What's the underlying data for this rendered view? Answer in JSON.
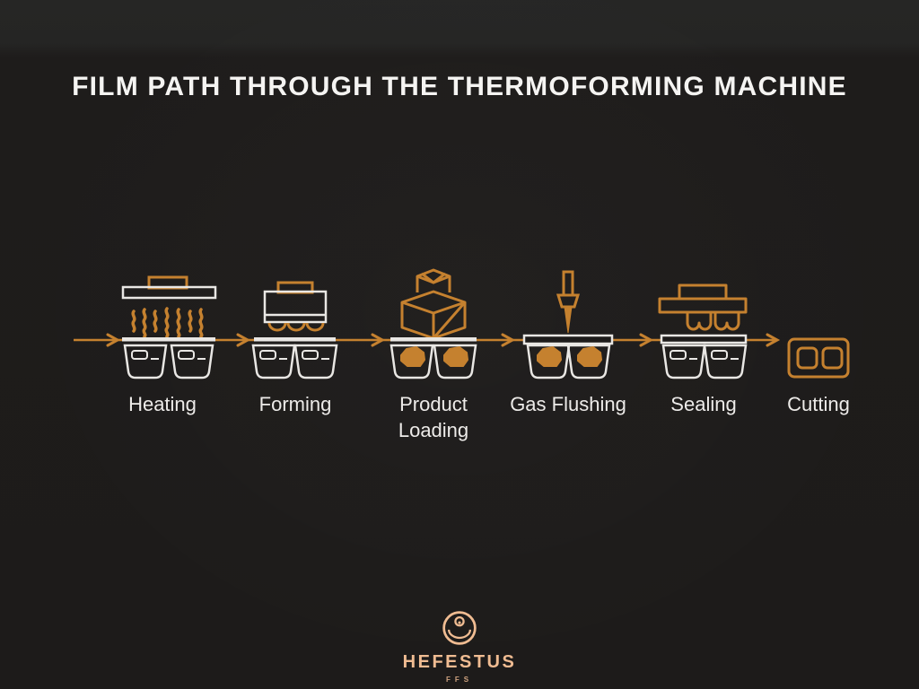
{
  "title": "FILM PATH THROUGH THE THERMOFORMING MACHINE",
  "flow": {
    "direction": "left-to-right",
    "stations": [
      {
        "label": "Heating",
        "icon": "heater-icon"
      },
      {
        "label": "Forming",
        "icon": "forming-tool-icon"
      },
      {
        "label": "Product Loading",
        "icon": "product-box-icon"
      },
      {
        "label": "Gas Flushing",
        "icon": "gas-nozzle-icon"
      },
      {
        "label": "Sealing",
        "icon": "sealing-tool-icon"
      },
      {
        "label": "Cutting",
        "icon": "cut-package-icon"
      }
    ]
  },
  "footer": {
    "brand": "HEFESTUS",
    "sub": "FFS"
  },
  "colors": {
    "accent": "#c5812f",
    "white": "#e9e7e4",
    "peach": "#f0bc92",
    "titlec": "#f5f4f2",
    "labelc": "#edebe9",
    "bg": "#1d1b1a"
  }
}
